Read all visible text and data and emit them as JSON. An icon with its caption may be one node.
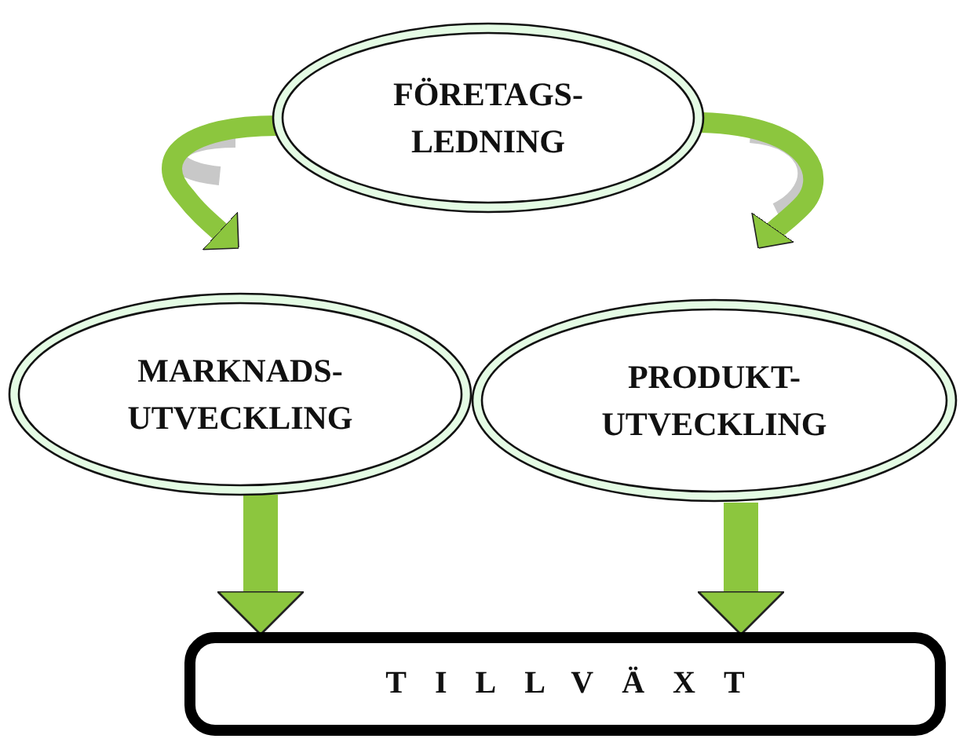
{
  "diagram": {
    "nodes": [
      {
        "text": [
          "FÖRETAGS- LEDNING"
        ]
      },
      {
        "text": [
          "MARKNADS- UTVECKLING"
        ]
      },
      {
        "text": [
          "PRODUKT- UTVECKLING"
        ]
      },
      {
        "text": [
          "TILLVÄXT"
        ]
      }
    ],
    "edges": [
      {
        "from": 0,
        "to": 1,
        "arrow": "to"
      },
      {
        "from": 0,
        "to": 2,
        "arrow": "to"
      },
      {
        "from": 1,
        "to": 3,
        "arrow": "to"
      },
      {
        "from": 2,
        "to": 3,
        "arrow": "to"
      }
    ]
  }
}
